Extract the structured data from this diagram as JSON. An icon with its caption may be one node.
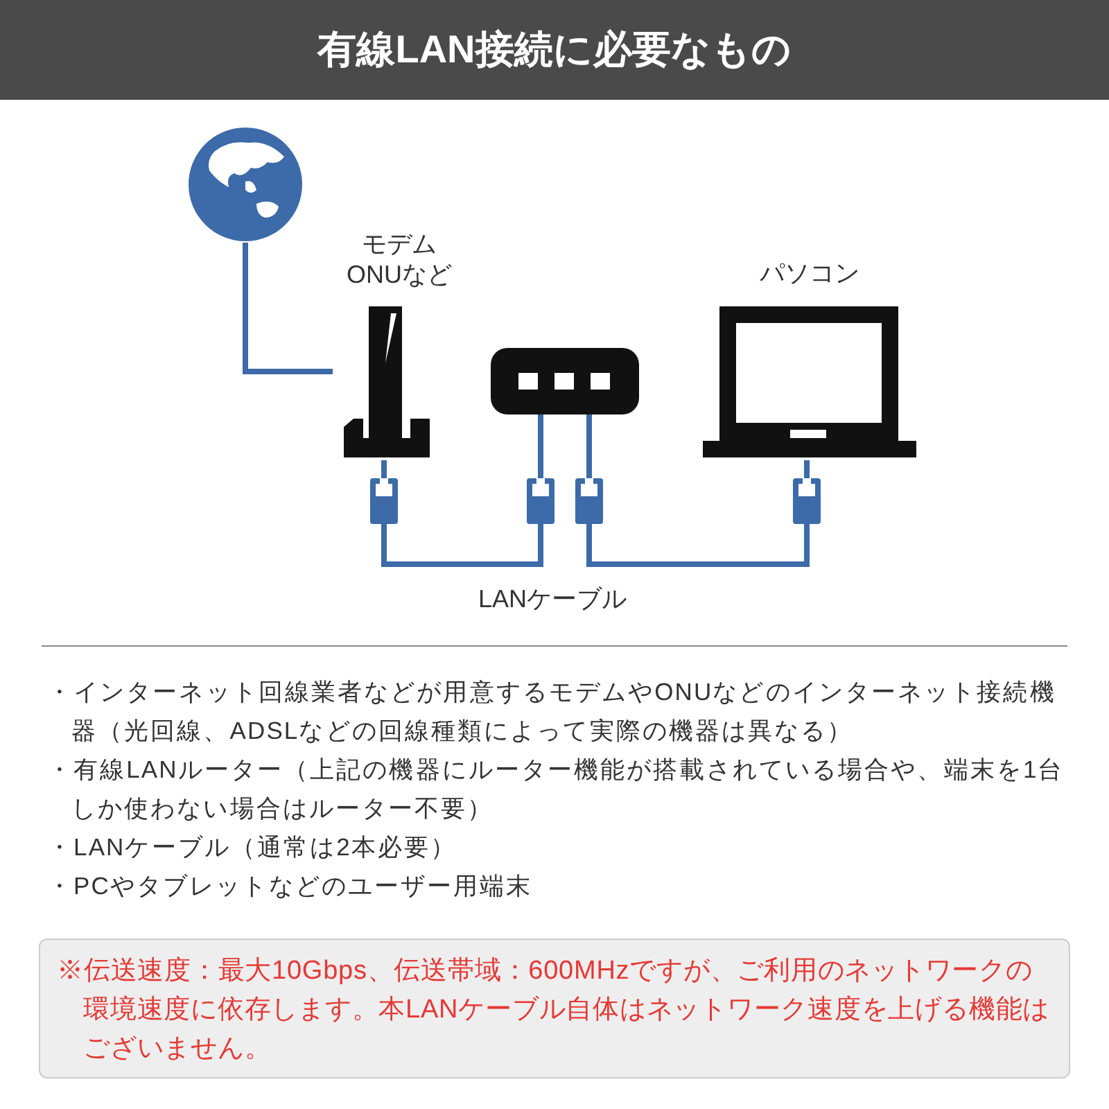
{
  "diagram": {
    "title": "有線LAN接続に必要なもの",
    "nodes": [
      {
        "text": [],
        "shape": "globe"
      },
      {
        "text": [
          "モデム ONUなど"
        ]
      },
      {
        "text": [],
        "shape": "box"
      },
      {
        "text": [
          "パソコン"
        ]
      },
      {
        "text": [
          "※伝送速度：最大10Gbps、伝送帯域：600MHzですが、ご利用のネットワークの環境速度に依存します。本LANケーブル自体はネットワーク速度を上げる機能はございません。"
        ]
      }
    ],
    "edges": [
      {
        "from": 0,
        "to": 1,
        "arrow": "none",
        "color": "#3d6aa8"
      },
      {
        "from": 1,
        "to": 2,
        "arrow": "none",
        "color": "#3d6aa8"
      },
      {
        "from": 2,
        "to": 3,
        "arrow": "none",
        "color": "#3d6aa8"
      }
    ],
    "labels": [
      "LANケーブル",
      "・インターネット回線業者などが用意するモデムやONUなどのインターネット接続機器（光回線、ADSLなどの回線種類によって実際の機器は異なる）",
      "・有線LANルーター（上記の機器にルーター機能が搭載されている場合や、端末を1台しか使わない場合はルーター不要）",
      "・LANケーブル（通常は2本必要）",
      "・PCやタブレットなどのユーザー用端末"
    ]
  }
}
